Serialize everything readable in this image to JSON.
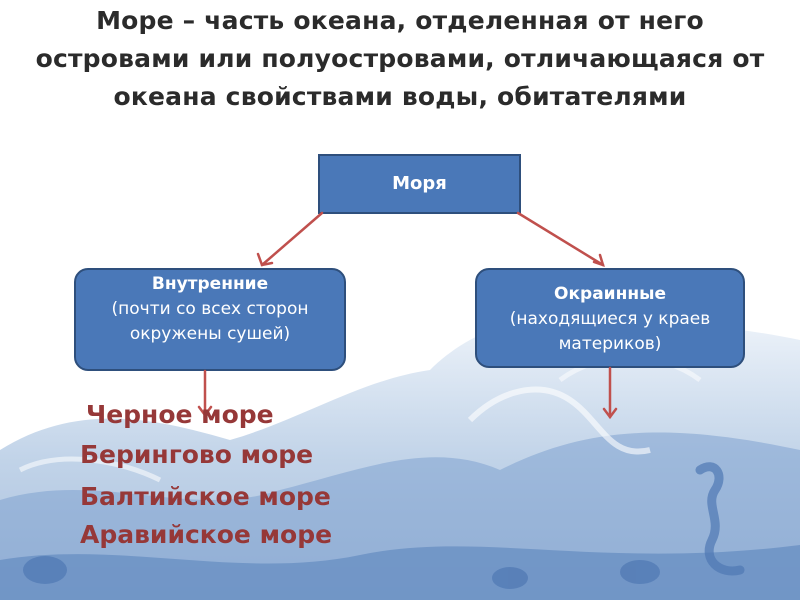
{
  "title": "Море – часть океана, отделенная от него островами или полуостровами, отличающаяся от океана свойствами воды, обитателями",
  "diagram": {
    "root": "Моря",
    "left": {
      "head": "Внутренние",
      "sub": "(почти со всех сторон окружены сушей)"
    },
    "right": {
      "head": "Окраинные",
      "sub": "(находящиеся у краев материков)"
    }
  },
  "seas": [
    "Черное море",
    "Берингово море",
    "Балтийское море",
    "Аравийское море"
  ],
  "colors": {
    "box": "#4a78b8",
    "arrow": "#c0504d",
    "sea_text": "#963838",
    "title": "#2b2b2b"
  }
}
